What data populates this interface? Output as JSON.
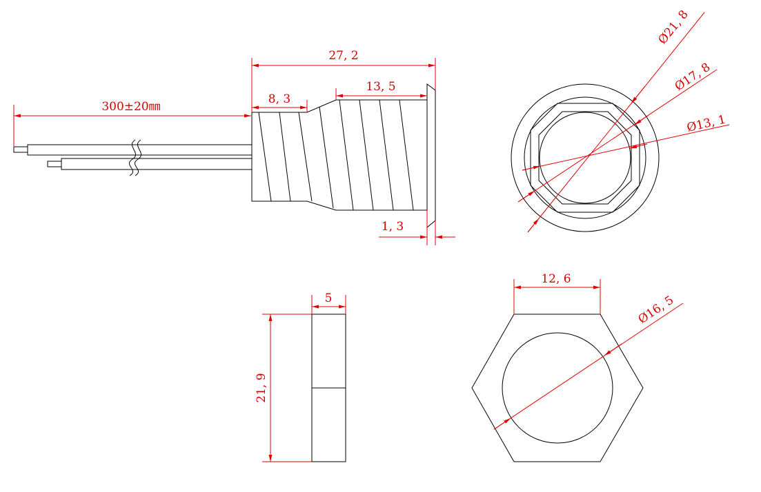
{
  "colors": {
    "object_line": "#000000",
    "dimension_line": "#e00000",
    "dimension_text": "#d40000"
  },
  "dimensions": {
    "cable_length": "300±20㎜",
    "overall_length": "27, 2",
    "small_section_length": "8, 3",
    "thread_length": "13, 5",
    "flange_thickness": "1, 3",
    "outer_diameter": "Ø21, 8",
    "middle_diameter": "Ø17, 8",
    "inner_diameter": "Ø13, 1",
    "nut_thickness": "5",
    "nut_height": "21, 9",
    "nut_flat_width": "12, 6",
    "nut_bore_diameter": "Ø16, 5"
  }
}
